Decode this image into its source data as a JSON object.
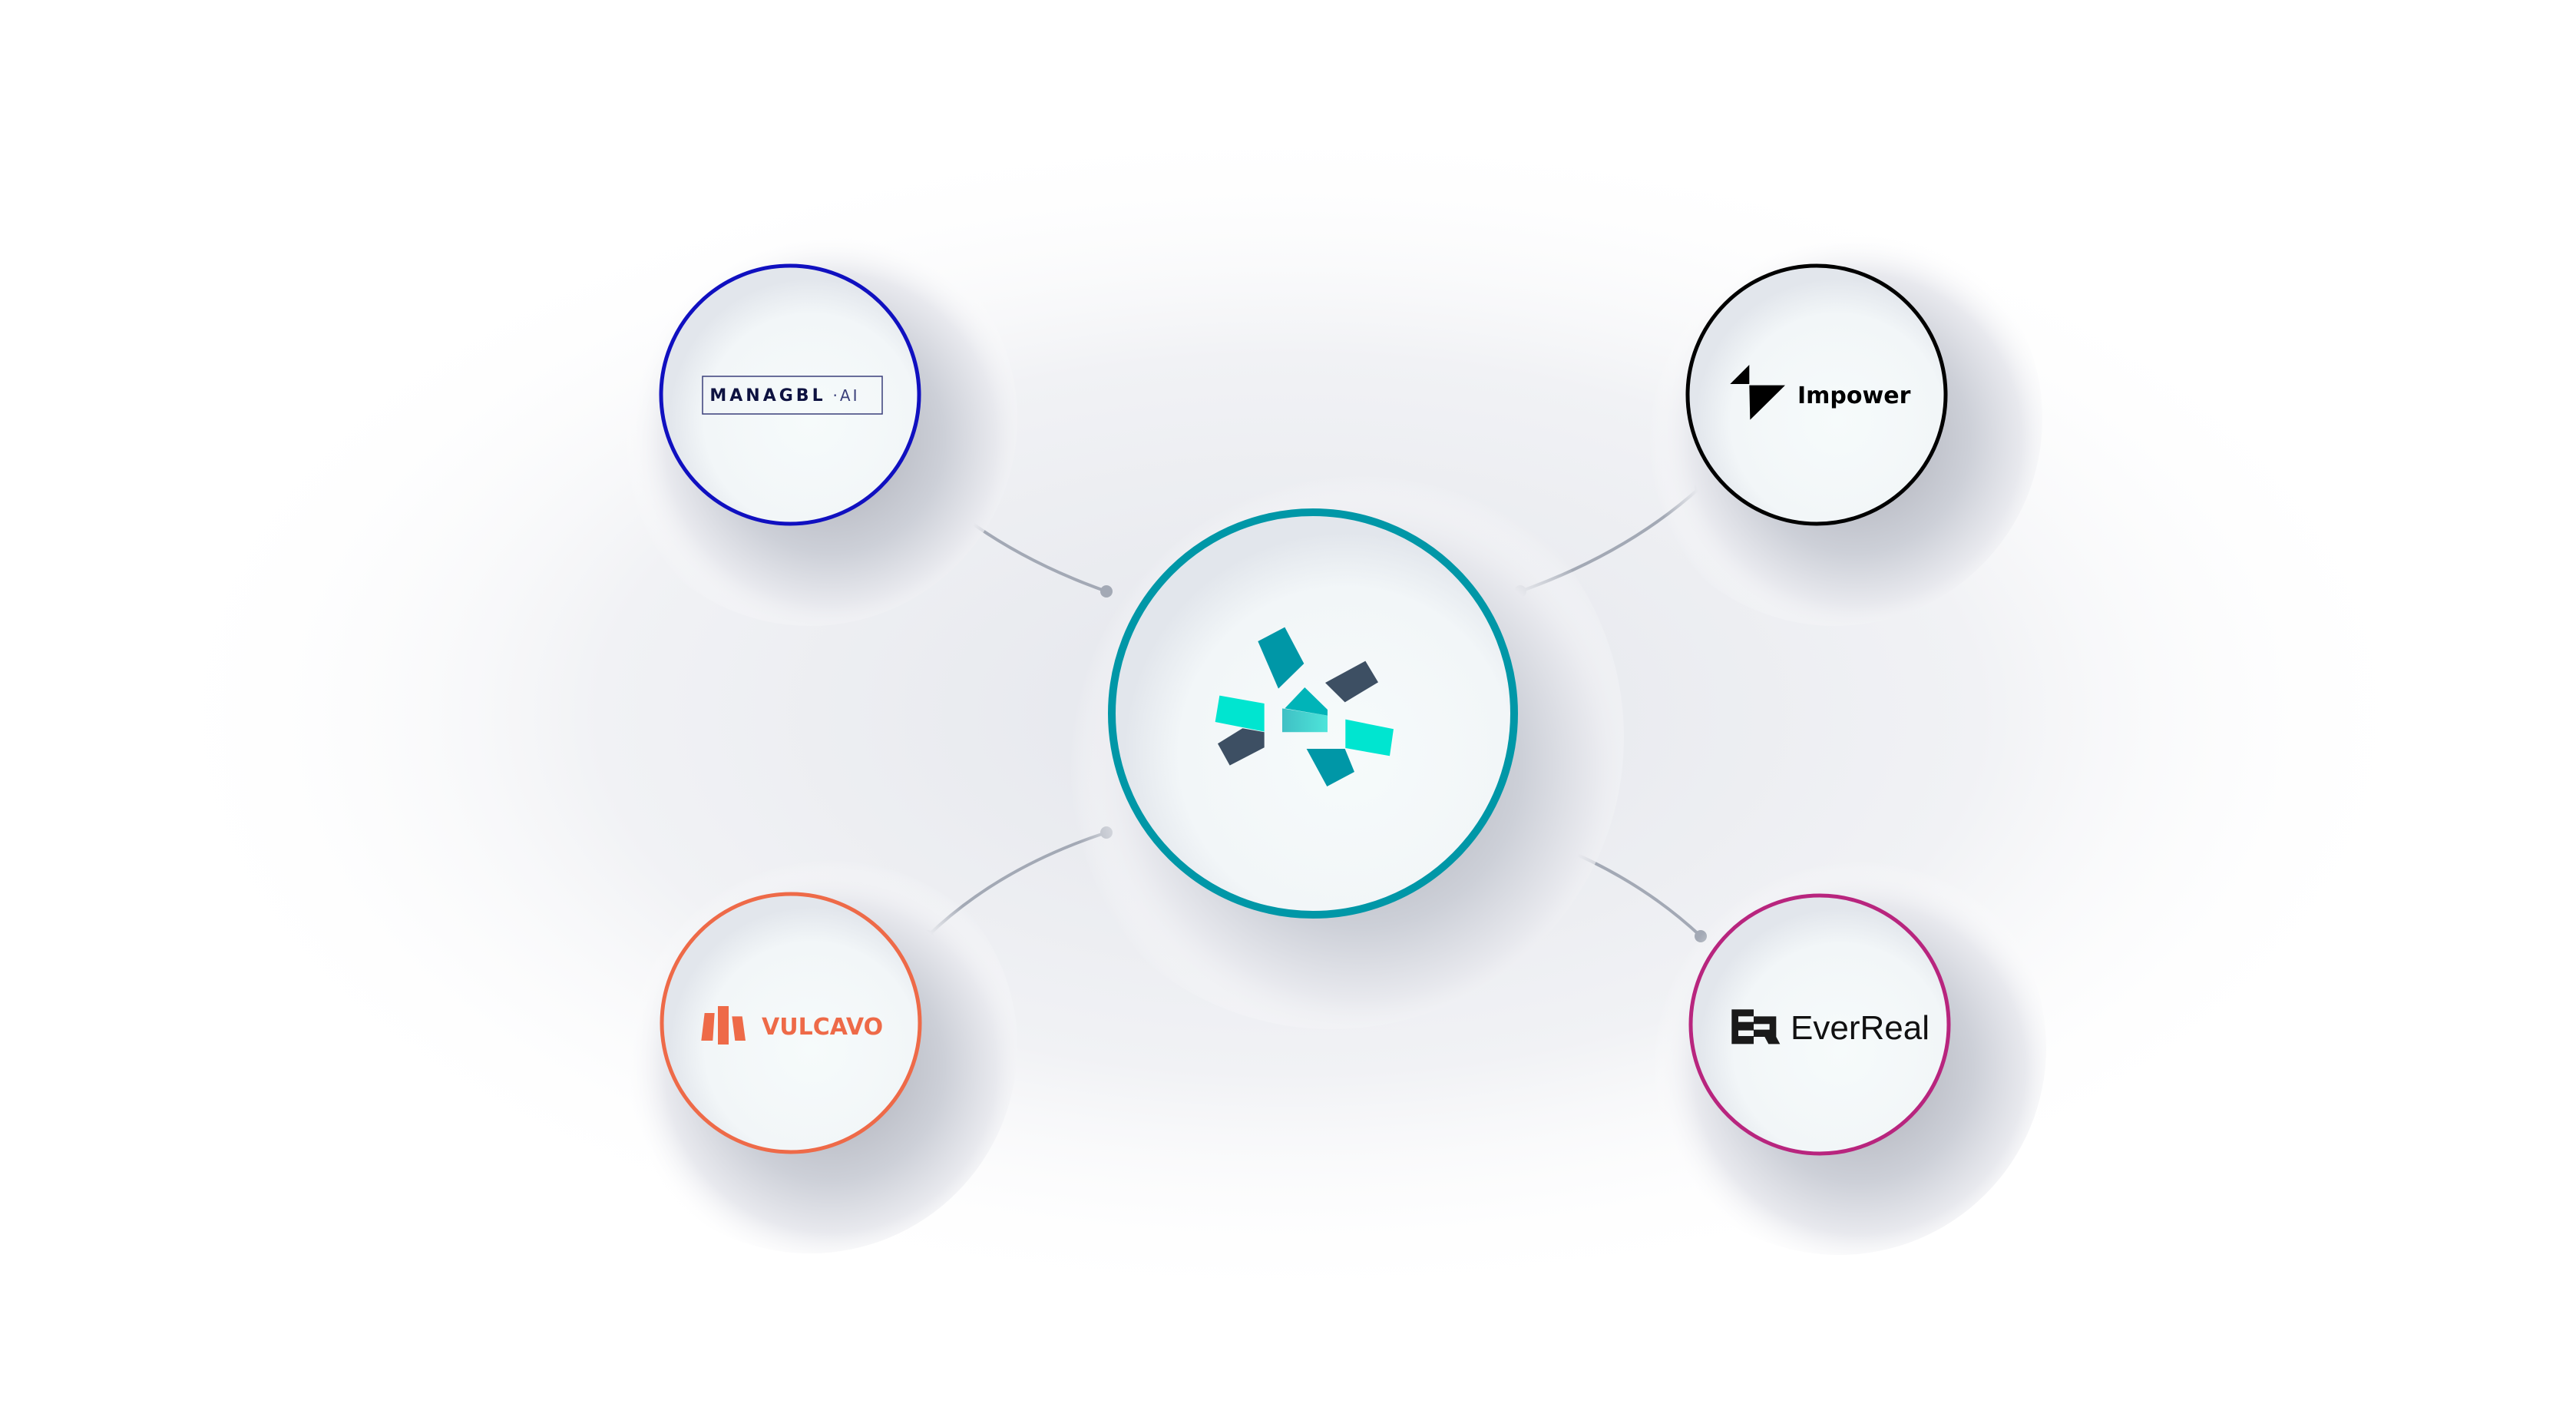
{
  "center": {
    "name": "hub-logo",
    "ring_color": "#0097A7"
  },
  "partners": [
    {
      "name": "MANAGBL",
      "suffix": "·AI",
      "ring_color": "#1010C0",
      "text_color": "#0E1240"
    },
    {
      "name": "Impower",
      "ring_color": "#000000",
      "text_color": "#000000"
    },
    {
      "name": "VULCAVO",
      "ring_color": "#EE6A48",
      "text_color": "#EE6A48"
    },
    {
      "name": "EverReal",
      "ring_color": "#B8257E",
      "text_color": "#111111"
    }
  ],
  "connector_color": "#A3A9B5"
}
